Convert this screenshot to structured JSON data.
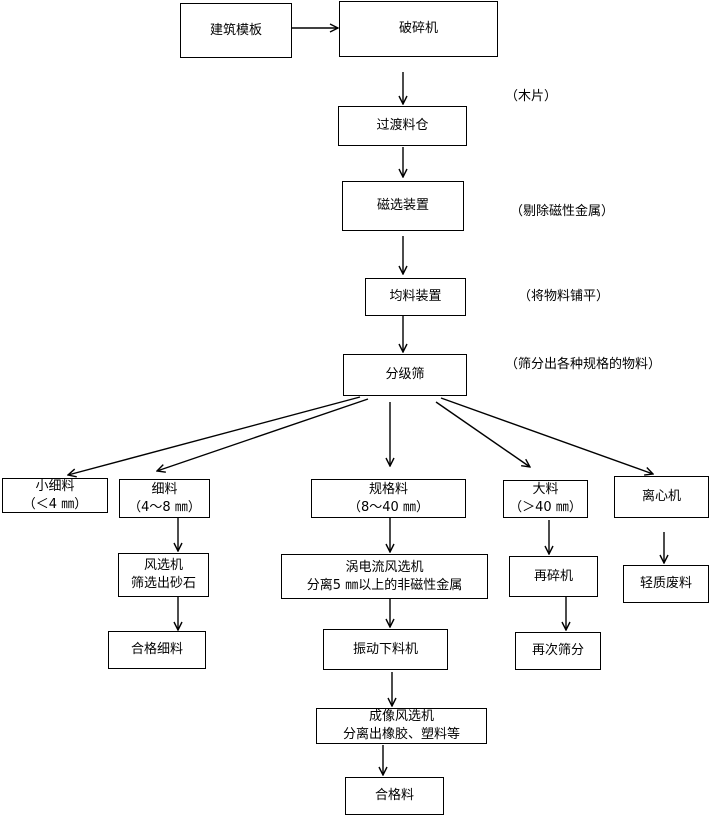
{
  "nodes": {
    "building_formwork": {
      "lines": [
        "建筑模板"
      ]
    },
    "crusher": {
      "lines": [
        "破碎机"
      ]
    },
    "transition_bin": {
      "lines": [
        "过渡料仓"
      ]
    },
    "magnetic_separator": {
      "lines": [
        "磁选装置"
      ]
    },
    "leveling_device": {
      "lines": [
        "均料装置"
      ]
    },
    "classifying_screen": {
      "lines": [
        "分级筛"
      ]
    },
    "small_fines": {
      "lines": [
        "小细料",
        "（＜4 ㎜）"
      ]
    },
    "fines": {
      "lines": [
        "细料",
        "（4～8 ㎜）"
      ]
    },
    "spec_material": {
      "lines": [
        "规格料",
        "（8～40 ㎜）"
      ]
    },
    "large_material": {
      "lines": [
        "大料",
        "（＞40 ㎜）"
      ]
    },
    "centrifuge": {
      "lines": [
        "离心机"
      ]
    },
    "air_separator": {
      "lines": [
        "风选机",
        "筛选出砂石"
      ]
    },
    "eddy_current_separator": {
      "lines": [
        "涡电流风选机",
        "分离5 ㎜以上的非磁性金属"
      ]
    },
    "re_crusher": {
      "lines": [
        "再碎机"
      ]
    },
    "light_waste": {
      "lines": [
        "轻质废料"
      ]
    },
    "qualified_fines": {
      "lines": [
        "合格细料"
      ]
    },
    "vibrating_feeder": {
      "lines": [
        "振动下料机"
      ]
    },
    "re_screening": {
      "lines": [
        "再次筛分"
      ]
    },
    "imaging_air_separator": {
      "lines": [
        "成像风选机",
        "分离出橡胶、塑料等"
      ]
    },
    "qualified_material": {
      "lines": [
        "合格料"
      ]
    }
  },
  "notes": {
    "wood_chips": "（木片）",
    "remove_magnetic_metal": "（剔除磁性金属）",
    "spread_material": "（将物料铺平）",
    "screen_out_sizes": "（筛分出各种规格的物料）"
  }
}
